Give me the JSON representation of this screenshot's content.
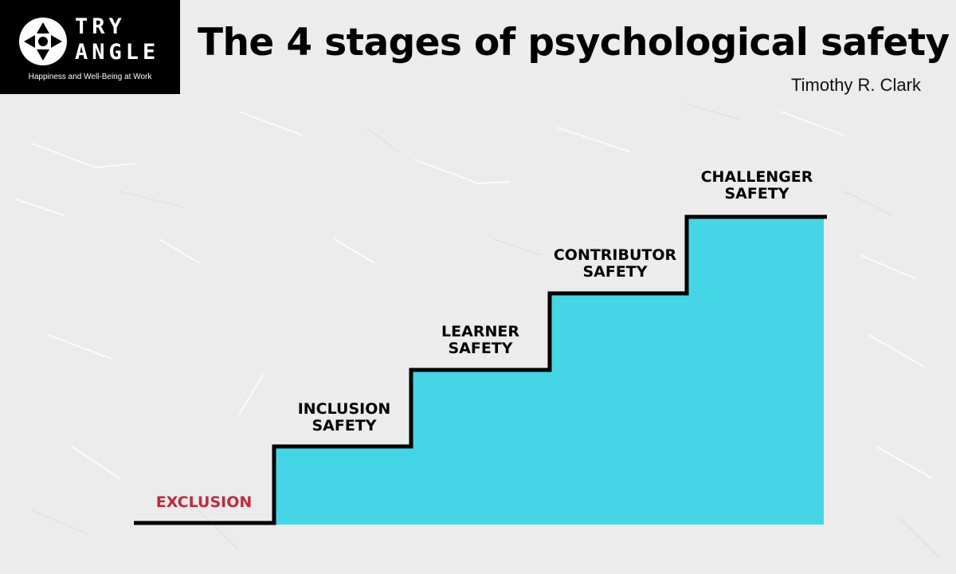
{
  "logo": {
    "word_line1": "TRY",
    "word_line2": "ANGLE",
    "tagline": "Happiness and Well-Being at Work"
  },
  "title": "The 4 stages of psychological safety",
  "author": "Timothy R. Clark",
  "stages": [
    {
      "line1": "EXCLUSION",
      "line2": ""
    },
    {
      "line1": "INCLUSION",
      "line2": "SAFETY"
    },
    {
      "line1": "LEARNER",
      "line2": "SAFETY"
    },
    {
      "line1": "CONTRIBUTOR",
      "line2": "SAFETY"
    },
    {
      "line1": "CHALLENGER",
      "line2": "SAFETY"
    }
  ],
  "colors": {
    "stair_fill": "#44d6e6",
    "stair_outline": "#000000",
    "exclusion_text": "#c4283e",
    "stage_text": "#000000",
    "logo_background": "#000000",
    "background": "#ececec"
  }
}
